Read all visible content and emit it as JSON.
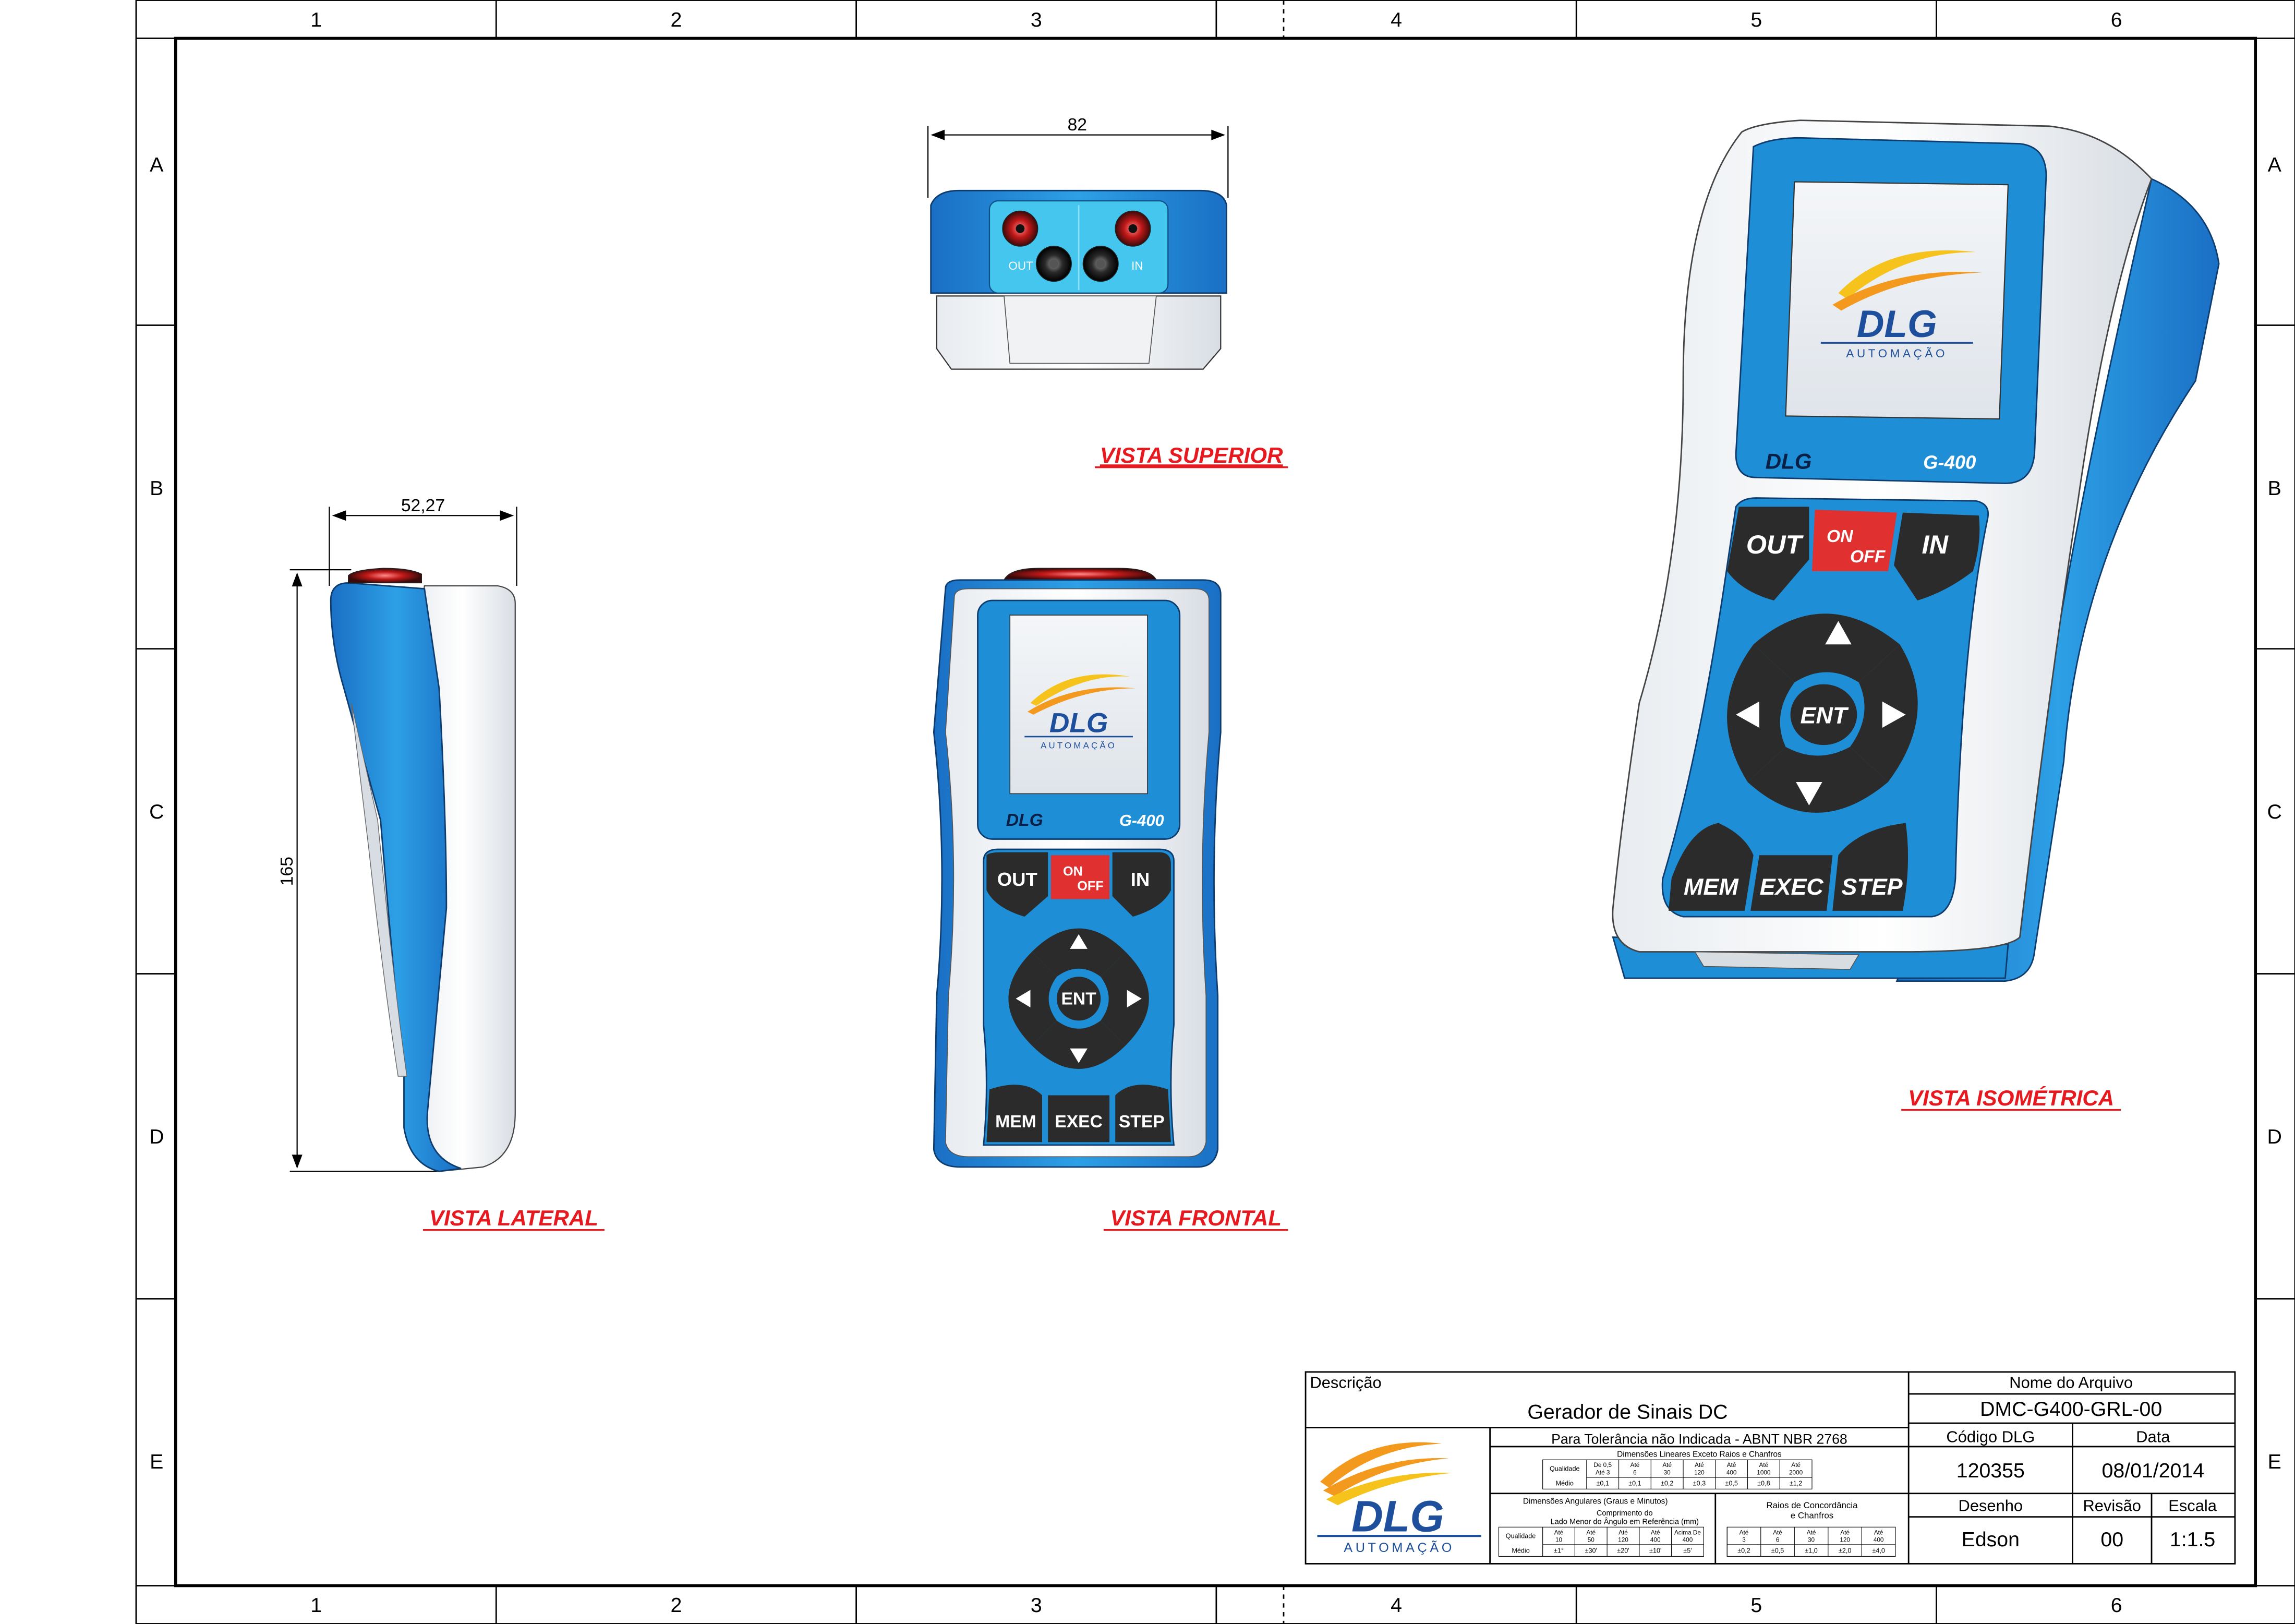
{
  "border": {
    "columns": [
      "1",
      "2",
      "3",
      "4",
      "5",
      "6"
    ],
    "rows": [
      "A",
      "B",
      "C",
      "D",
      "E"
    ]
  },
  "colors": {
    "device_blue": "#1e8fd6",
    "device_dark_blue": "#1f5fa8",
    "key_dark": "#2b2b2b",
    "onoff_red": "#e03030",
    "title_red": "#e8191e",
    "logo_orange": "#f39a1e",
    "logo_blue": "#1d4f9c",
    "logo_yellow": "#f6c21c"
  },
  "views": {
    "top": {
      "title": "VISTA SUPERIOR",
      "dimension": "82",
      "jack_out": "OUT",
      "jack_in": "IN"
    },
    "side": {
      "title": "VISTA LATERAL",
      "width": "52,27",
      "height": "165"
    },
    "front": {
      "title": "VISTA FRONTAL"
    },
    "iso": {
      "title": "VISTA ISOMÉTRICA"
    }
  },
  "device": {
    "brand": "DLG",
    "model": "G-400",
    "logo_main": "DLG",
    "logo_sub": "AUTOMAÇÃO",
    "keys": {
      "out": "OUT",
      "on": "ON",
      "off": "OFF",
      "in": "IN",
      "ent": "ENT",
      "mem": "MEM",
      "exec": "EXEC",
      "step": "STEP"
    }
  },
  "title_block": {
    "descricao_label": "Descrição",
    "descricao": "Gerador de Sinais DC",
    "tolerance_title": "Para Tolerância não Indicada - ABNT NBR 2768",
    "linear": {
      "header": "Dimensões Lineares Exceto Raios e Chanfros",
      "row_label_1": "Qualidade",
      "row_label_2": "Médio",
      "cols": [
        "De 0,5 Até 3",
        "Até 6",
        "Até 30",
        "Até 120",
        "Até 400",
        "Até 1000",
        "Até 2000"
      ],
      "vals": [
        "±0,1",
        "±0,1",
        "±0,2",
        "±0,3",
        "±0,5",
        "±0,8",
        "±1,2"
      ]
    },
    "angular": {
      "header": "Dimensões Angulares (Graus e Minutos)",
      "sub": "Comprimento do Lado Menor do Ângulo em Referência (mm)",
      "row_label_1": "Qualidade",
      "row_label_2": "Médio",
      "cols": [
        "Até 10",
        "Até 50",
        "Até 120",
        "Até 400",
        "Acima De 400"
      ],
      "vals": [
        "±1°",
        "±30'",
        "±20'",
        "±10'",
        "±5'"
      ]
    },
    "raios": {
      "header": "Raios de Concordância e Chanfros",
      "cols": [
        "Até 3",
        "Até 6",
        "Até 30",
        "Até 120",
        "Até 400"
      ],
      "vals": [
        "±0,2",
        "±0,5",
        "±1,0",
        "±2,0",
        "±4,0"
      ]
    },
    "nome_arquivo_label": "Nome do Arquivo",
    "nome_arquivo": "DMC-G400-GRL-00",
    "codigo_label": "Código DLG",
    "codigo": "120355",
    "data_label": "Data",
    "data": "08/01/2014",
    "desenho_label": "Desenho",
    "desenho": "Edson",
    "revisao_label": "Revisão",
    "revisao": "00",
    "escala_label": "Escala",
    "escala": "1:1.5"
  }
}
